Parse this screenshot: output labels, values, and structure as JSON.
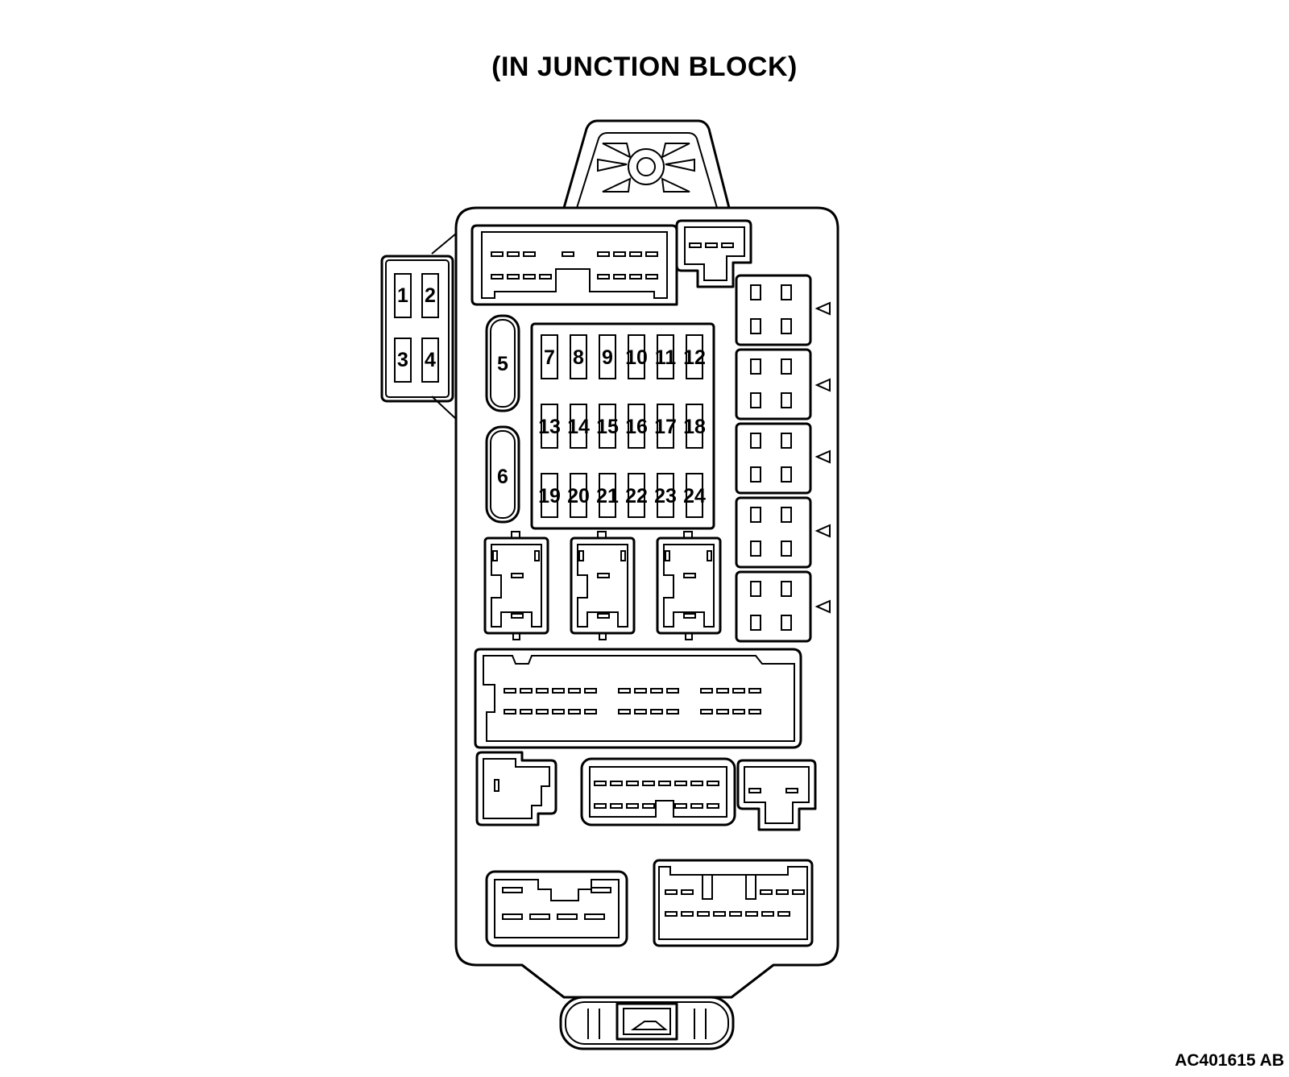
{
  "title": "(IN JUNCTION BLOCK)",
  "diagram_code": "AC401615 AB",
  "fuses": {
    "side_block": [
      "1",
      "2",
      "3",
      "4"
    ],
    "large": [
      "5",
      "6"
    ],
    "row_1": [
      "7",
      "8",
      "9",
      "10",
      "11",
      "12"
    ],
    "row_2": [
      "13",
      "14",
      "15",
      "16",
      "17",
      "18"
    ],
    "row_3": [
      "19",
      "20",
      "21",
      "22",
      "23",
      "24"
    ]
  }
}
